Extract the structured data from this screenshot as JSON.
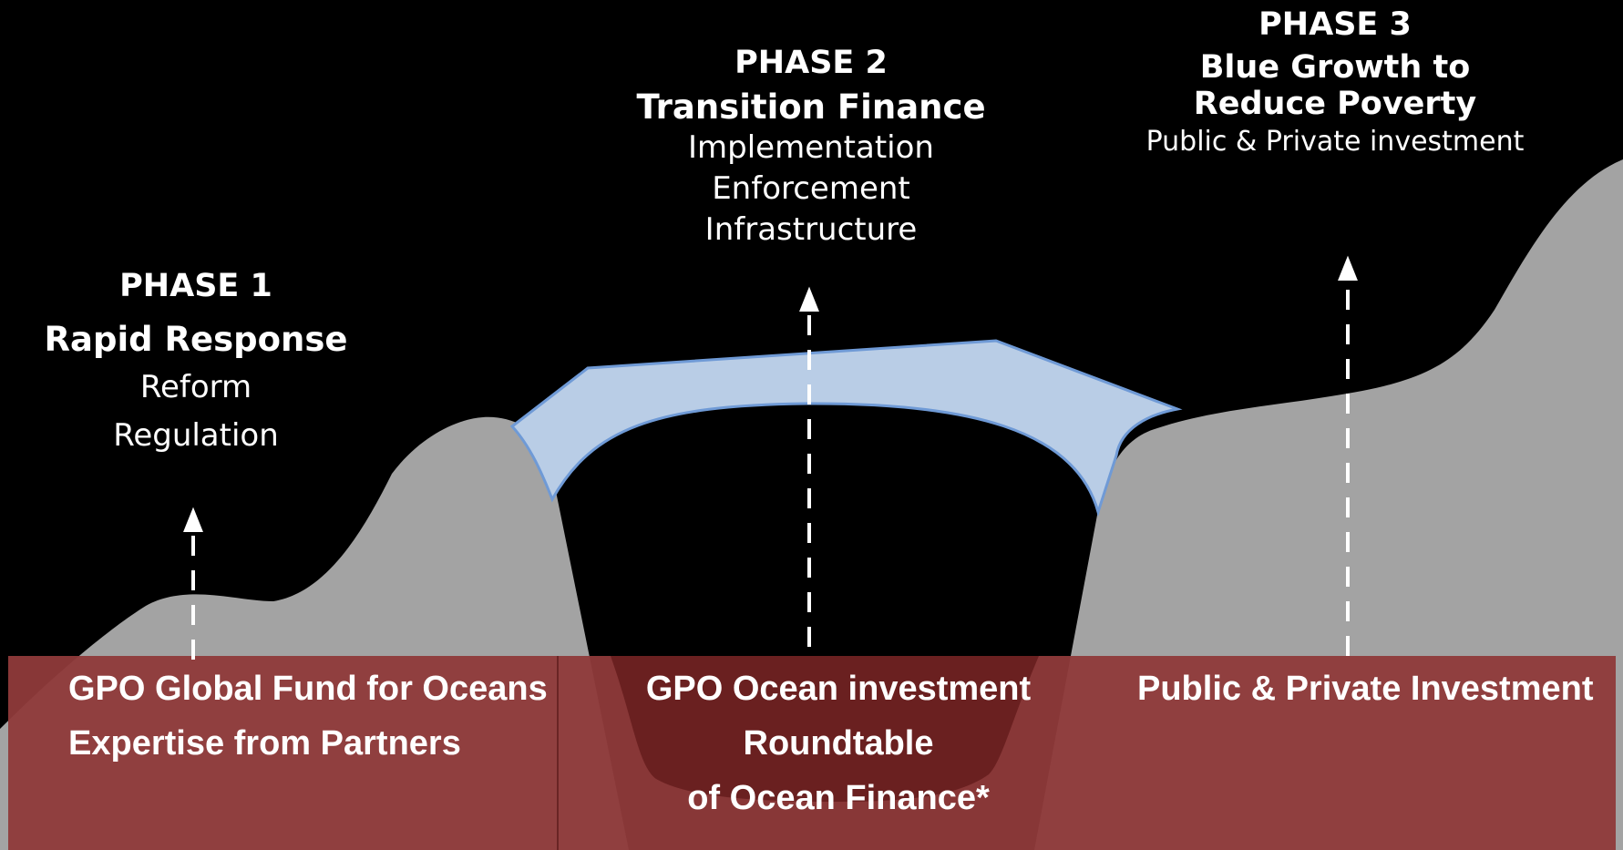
{
  "phases": [
    {
      "number": "PHASE 1",
      "title": "Rapid Response",
      "items": [
        "Reform",
        "Regulation"
      ]
    },
    {
      "number": "PHASE 2",
      "title": "Transition Finance",
      "items": [
        "Implementation",
        "Enforcement",
        "Infrastructure"
      ]
    },
    {
      "number": "PHASE 3",
      "title": "Blue Growth to Reduce Poverty",
      "items": [
        "Public & Private investment"
      ]
    }
  ],
  "funding": {
    "left": [
      "GPO Global Fund for Oceans",
      "Expertise from Partners"
    ],
    "middle": [
      "GPO Ocean investment",
      "Roundtable",
      "of Ocean Finance*"
    ],
    "right": [
      "Public & Private Investment"
    ]
  },
  "colors": {
    "background": "#000000",
    "terrain": "#a3a3a3",
    "bridge_fill": "#b9cde6",
    "bridge_stroke": "#6f9ad6",
    "band": "#8f3a3a",
    "valley": "#6a2020",
    "text": "#ffffff"
  }
}
